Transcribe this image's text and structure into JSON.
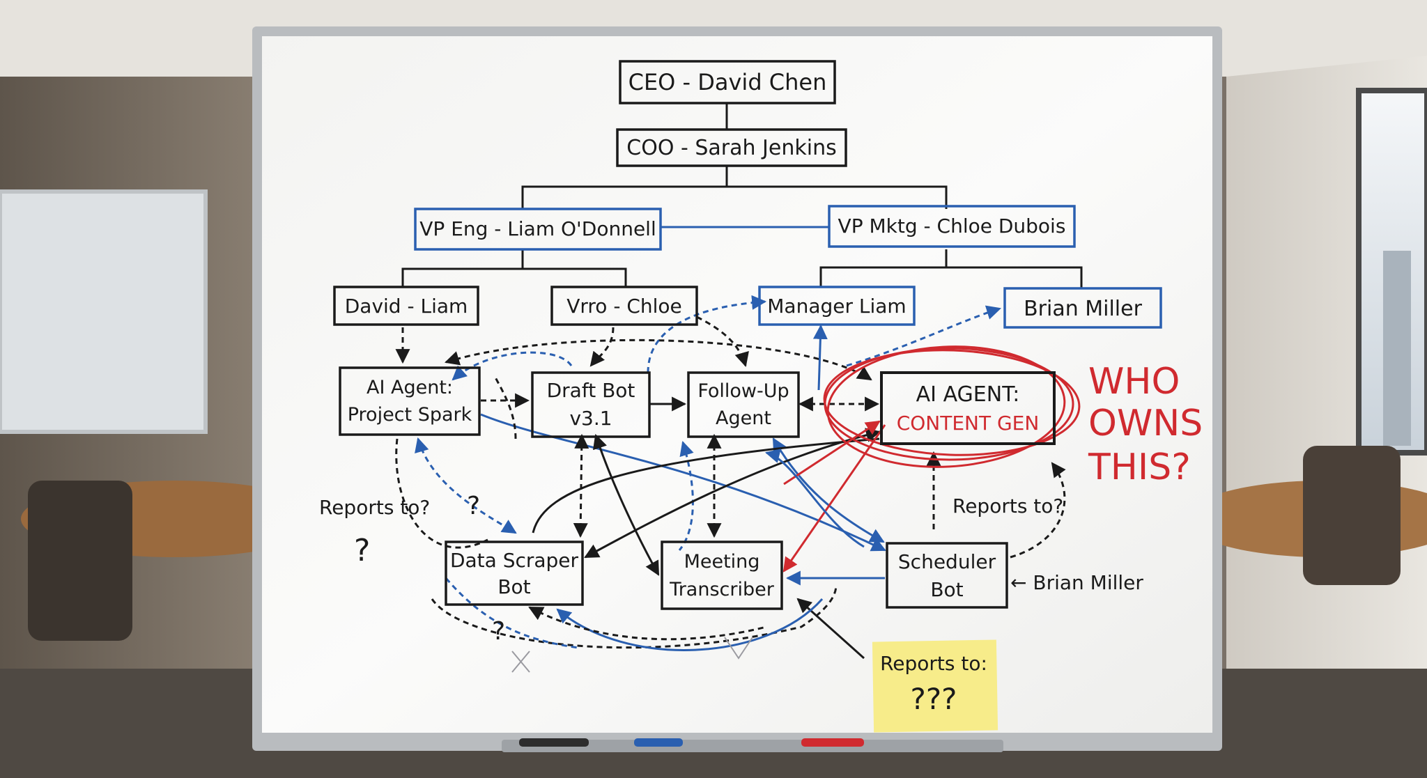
{
  "org": {
    "ceo": "CEO - David Chen",
    "coo": "COO - Sarah Jenkins",
    "vp_eng": "VP Eng - Liam O'Donnell",
    "vp_mktg": "VP Mktg - Chloe Dubois",
    "mgr_david_liam": "David - Liam",
    "mgr_vrro_chloe": "Vrro - Chloe",
    "mgr_manager_liam": "Manager Liam",
    "mgr_brian_miller": "Brian Miller"
  },
  "agents": {
    "project_spark": [
      "AI Agent:",
      "Project Spark"
    ],
    "draft_bot": [
      "Draft Bot",
      "v3.1"
    ],
    "follow_up": [
      "Follow-Up",
      "Agent"
    ],
    "content_gen": [
      "AI AGENT:",
      "CONTENT GEN"
    ],
    "data_scraper": [
      "Data Scraper",
      "Bot"
    ],
    "meeting_transcriber": [
      "Meeting",
      "Transcriber"
    ],
    "scheduler_bot": [
      "Scheduler",
      "Bot"
    ]
  },
  "annotations": {
    "who_owns": [
      "WHO",
      "OWNS",
      "THIS?"
    ],
    "reports_to_left": "Reports to?",
    "q_mark": "?",
    "reports_to_right": "Reports to?",
    "brian_miller_note": "← Brian Miller",
    "sticky_line1": "Reports to:",
    "sticky_line2": "???"
  },
  "colors": {
    "ink_black": "#1a1a1a",
    "ink_blue": "#2a5fb0",
    "ink_red": "#d02a2f",
    "sticky": "#f7ec8a"
  }
}
